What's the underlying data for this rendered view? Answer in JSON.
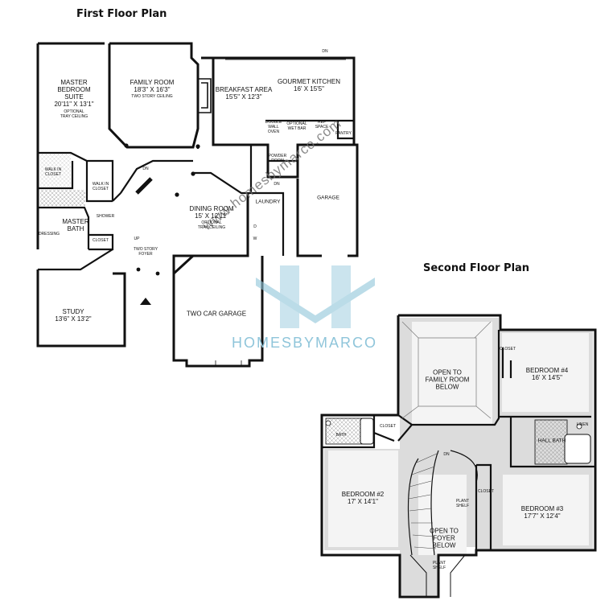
{
  "titles": {
    "first_floor": "First Floor Plan",
    "second_floor": "Second Floor Plan"
  },
  "watermark": {
    "url": "www.homesbymarco.com",
    "brand": "HOMESBYMARCO",
    "color": "#8fc5da"
  },
  "first_floor": {
    "master_suite": "MASTER\nBEDROOM\nSUITE\n20'11\" X 13'1\"",
    "master_suite_note": "OPTIONAL\nTRAY CEILING",
    "family_room": "FAMILY ROOM\n18'3\" X 16'3\"",
    "family_room_note": "TWO STORY CEILING",
    "breakfast": "BREAKFAST AREA\n15'5\" X 12'3\"",
    "kitchen": "GOURMET KITCHEN\n16' X 15'5\"",
    "kitchen_dn": "DN",
    "double_wall_oven": "DOUBLE\nWALL\nOVEN",
    "wet_bar": "OPTIONAL\nWET BAR",
    "ref_space": "REF\nSPACE",
    "pantry": "PANTRY",
    "powder_room": "POWDER\nROOM",
    "walk_in_closet_1": "WALK IN\nCLOSET",
    "walk_in_closet_2": "WALK IN\nCLOSET",
    "stair_dn": "DN",
    "shower": "SHOWER",
    "master_bath": "MASTER\nBATH",
    "dressing": "DRESSING",
    "closet": "CLOSET",
    "up": "UP",
    "foyer": "TWO STORY\nFOYER",
    "dining": "DINING ROOM\n15' X 12'11\"",
    "dining_note": "OPTIONAL\nTRAY CEILING",
    "laundry": "LAUNDRY",
    "laundry_dn": "DN",
    "dryer": "D",
    "washer": "W",
    "garage_small": "GARAGE",
    "two_car_garage": "TWO CAR GARAGE",
    "study": "STUDY\n13'6\" X 13'2\""
  },
  "second_floor": {
    "open_family": "OPEN TO\nFAMILY ROOM\nBELOW",
    "closet_top": "CLOSET",
    "bedroom4": "BEDROOM #4\n16' X 14'5\"",
    "bath": "BATH",
    "closet_left": "CLOSET",
    "linen": "LINEN",
    "hall_bath": "HALL BATH",
    "dn": "DN",
    "closet_mid": "CLOSET",
    "bedroom2": "BEDROOM #2\n17' X 14'1\"",
    "plant_shelf_1": "PLANT\nSHELF",
    "bedroom3": "BEDROOM #3\n17'7\" X 12'4\"",
    "open_foyer": "OPEN TO\nFOYER\nBELOW",
    "plant_shelf_2": "PLANT\nSHELF"
  }
}
